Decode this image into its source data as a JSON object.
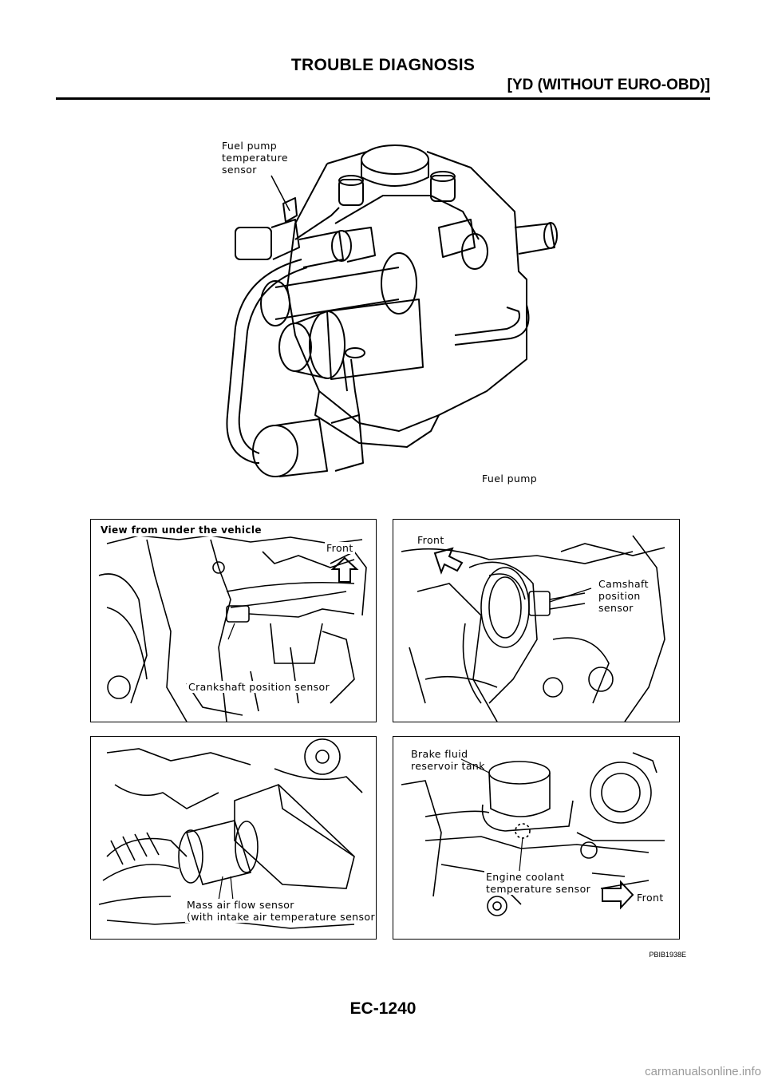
{
  "header": {
    "title": "TROUBLE DIAGNOSIS",
    "subtitle": "[YD (WITHOUT EURO-OBD)]"
  },
  "figure_top": {
    "label_sensor": [
      "Fuel pump",
      "temperature",
      "sensor"
    ],
    "label_pump": "Fuel pump"
  },
  "panels": {
    "crankshaft": {
      "heading": "View from under the vehicle",
      "front": "Front",
      "sensor": "Crankshaft position sensor"
    },
    "camshaft": {
      "front": "Front",
      "sensor": [
        "Camshaft",
        "position",
        "sensor"
      ]
    },
    "maf": {
      "sensor": [
        "Mass air flow sensor",
        "(with intake air temperature sensor)"
      ]
    },
    "coolant": {
      "tank": [
        "Brake fluid",
        "reservoir tank"
      ],
      "sensor": [
        "Engine coolant",
        "temperature sensor"
      ],
      "front": "Front"
    }
  },
  "figure_code": "PBIB1938E",
  "page_number": "EC-1240",
  "watermark": "carmanualsonline.info"
}
